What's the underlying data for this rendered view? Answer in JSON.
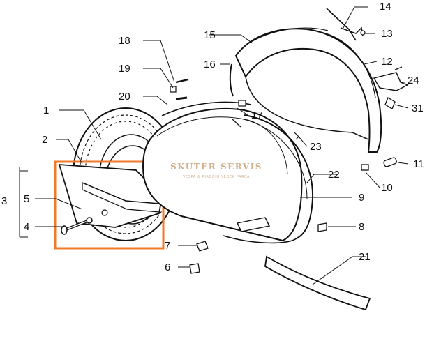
{
  "diagram": {
    "labels": [
      "1",
      "2",
      "3",
      "4",
      "5",
      "6",
      "7",
      "8",
      "9",
      "10",
      "11",
      "12",
      "13",
      "14",
      "15",
      "16",
      "17",
      "18",
      "19",
      "20",
      "21",
      "22",
      "23",
      "24",
      "31"
    ],
    "highlight_color": "#f07a2a",
    "watermark": {
      "title": "SKUTER SERVIS",
      "subtitle": "VESPA & PIAGGIO YEDEK PARCA"
    }
  }
}
